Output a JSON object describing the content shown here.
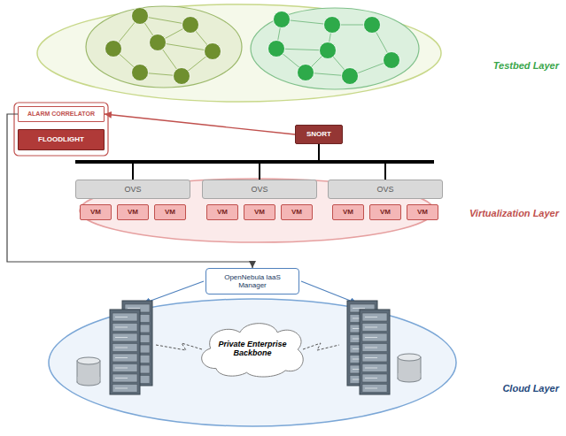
{
  "diagram": {
    "nodes": [
      {
        "text": [
          "ALARM CORRELATOR"
        ]
      },
      {
        "text": [
          "FLOODLIGHT"
        ]
      },
      {
        "text": [
          "SNORT"
        ]
      },
      {
        "text": [
          "OVS"
        ]
      },
      {
        "text": [
          "OVS"
        ]
      },
      {
        "text": [
          "OVS"
        ]
      },
      {
        "text": [
          "VM"
        ]
      },
      {
        "text": [
          "VM"
        ]
      },
      {
        "text": [
          "VM"
        ]
      },
      {
        "text": [
          "VM"
        ]
      },
      {
        "text": [
          "VM"
        ]
      },
      {
        "text": [
          "VM"
        ]
      },
      {
        "text": [
          "VM"
        ]
      },
      {
        "text": [
          "VM"
        ]
      },
      {
        "text": [
          "VM"
        ]
      },
      {
        "text": [
          "OpenNebula IaaS Manager"
        ]
      },
      {
        "text": [
          "Private Enterprise Backbone"
        ]
      }
    ],
    "edges": [
      {
        "from": 2,
        "to": 0,
        "arrow": "to"
      },
      {
        "from": 0,
        "to": 15,
        "arrow": "to"
      },
      {
        "from": 2,
        "to": 3,
        "arrow": "none"
      },
      {
        "from": 2,
        "to": 4,
        "arrow": "none"
      },
      {
        "from": 2,
        "to": 5,
        "arrow": "none"
      }
    ],
    "labels": [
      "Testbed Layer",
      "Virtualization Layer",
      "Cloud Layer"
    ]
  }
}
